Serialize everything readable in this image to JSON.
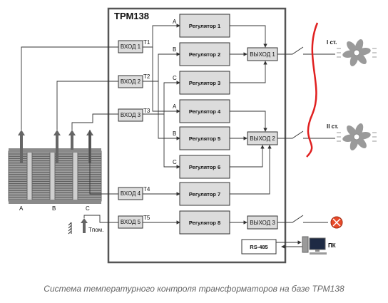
{
  "device_title": "ТРМ138",
  "inputs": [
    "ВХОД 1",
    "ВХОД 2",
    "ВХОД 3",
    "ВХОД 4",
    "ВХОД 5"
  ],
  "input_tags": [
    "T1",
    "T2",
    "T3",
    "T4",
    "T5"
  ],
  "regulators": [
    "Регулятор 1",
    "Регулятор 2",
    "Регулятор 3",
    "Регулятор 4",
    "Регулятор 5",
    "Регулятор 6",
    "Регулятор 7",
    "Регулятор 8"
  ],
  "phase_tags": [
    "A",
    "B",
    "C",
    "A",
    "B",
    "C"
  ],
  "outputs": [
    "ВЫХОД 1",
    "ВЫХОД 2",
    "ВЫХОД 3"
  ],
  "rs485": "RS-485",
  "pc_label": "ПК",
  "stage_labels": [
    "I ст.",
    "II ст."
  ],
  "transformer_phases": [
    "A",
    "B",
    "C"
  ],
  "ambient_sensor_label": "Tпом.",
  "caption": "Система температурного контроля трансформаторов на базе ТРМ138"
}
